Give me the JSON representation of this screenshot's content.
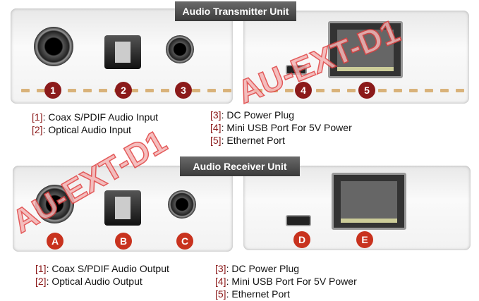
{
  "transmitter": {
    "title": "Audio Transmitter Unit",
    "badges": [
      "1",
      "2",
      "3",
      "4",
      "5"
    ],
    "left_items": [
      {
        "tag": "[1]",
        "text": ": Coax S/PDIF Audio Input"
      },
      {
        "tag": "[2]",
        "text": ": Optical Audio Input"
      }
    ],
    "right_items": [
      {
        "tag": "[3]",
        "text": ": DC Power Plug"
      },
      {
        "tag": "[4]",
        "text": ": Mini USB Port For 5V Power"
      },
      {
        "tag": "[5]",
        "text": ": Ethernet Port"
      }
    ]
  },
  "receiver": {
    "title": "Audio Receiver Unit",
    "badges": [
      "A",
      "B",
      "C",
      "D",
      "E"
    ],
    "left_items": [
      {
        "tag": "[1]",
        "text": ": Coax S/PDIF Audio Output"
      },
      {
        "tag": "[2]",
        "text": ": Optical Audio Output"
      }
    ],
    "right_items": [
      {
        "tag": "[3]",
        "text": ": DC Power Plug"
      },
      {
        "tag": "[4]",
        "text": ": Mini USB Port For 5V Power"
      },
      {
        "tag": "[5]",
        "text": ": Ethernet Port"
      }
    ]
  },
  "watermark": "AU-EXT-D1",
  "colors": {
    "badge_transmitter": "#8b1a1a",
    "badge_receiver": "#c8321e",
    "watermark": "#e04040"
  }
}
